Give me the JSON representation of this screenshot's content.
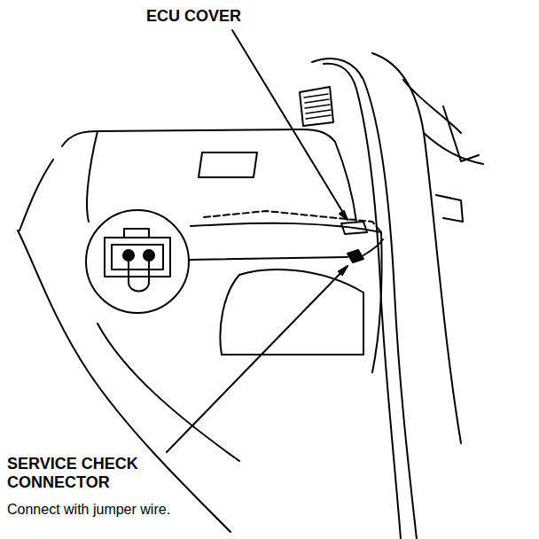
{
  "diagram": {
    "labels": [
      "ECU COVER",
      "SERVICE CHECK CONNECTOR",
      "Connect with jumper wire."
    ]
  }
}
